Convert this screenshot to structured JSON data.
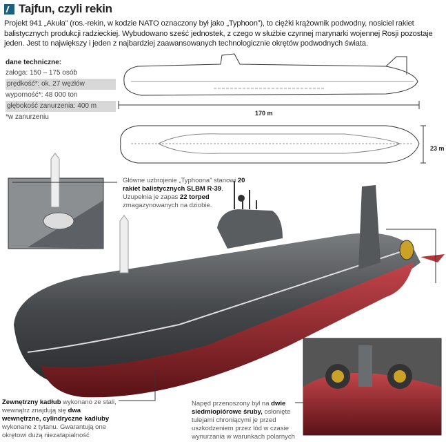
{
  "title": "Tajfun, czyli rekin",
  "intro": "Projekt 941 „Akuła” (ros.-rekin, w kodzie NATO oznaczony był jako „Typhoon”), to ciężki krążownik podwodny, nosiciel rakiet balistycznych produkcji radzieckiej. Wybudowano sześć jednostek, z czego w służbie czynnej marynarki wojennej Rosji pozostaje jeden. Jest to największy i jeden z najbardziej zaawansowanych technologicznie okrętów podwodnych świata.",
  "specs": {
    "heading": "dane techniczne:",
    "rows": [
      "załoga: 150 – 175 osób",
      "prędkość*: ok. 27 węzłów",
      "wyporność*: 48 000 ton",
      "głębokość zanurzenia: 400 m"
    ],
    "footnote": "*w zanurzeniu"
  },
  "dimensions": {
    "length": "170 m",
    "beam": "23 m"
  },
  "armament": {
    "t1": "Główne uzbrojenie „Typhoona” stanowi",
    "b1": "20 rakiet balistycznych SLBM R-39",
    "t2": ". Uzupełnia je zapas",
    "b2": "22 torped",
    "t3": "zmagazynowanych na dziobie."
  },
  "hull": {
    "b1": "Zewnętrzny kadłub",
    "t1": " wykonano ze stali, wewnątrz znajdują się ",
    "b2": "dwa wewnętrzne, cylindryczne kadłuby",
    "t2": " wykonane z tytanu. Gwarantują one okrętowi dużą niezatapialność"
  },
  "propulsion": {
    "t1": "Napęd przenoszony był na ",
    "b1": "dwie siedmiopiórowe śruby,",
    "t2": " osłonięte tulejami chroniącymi je przed uszkodzeniem przez lód w czasie wynurzania w warunkach polarnych"
  },
  "colors": {
    "hull": "#4a4d50",
    "belly": "#b2353a",
    "accent": "#1c5f7a"
  }
}
